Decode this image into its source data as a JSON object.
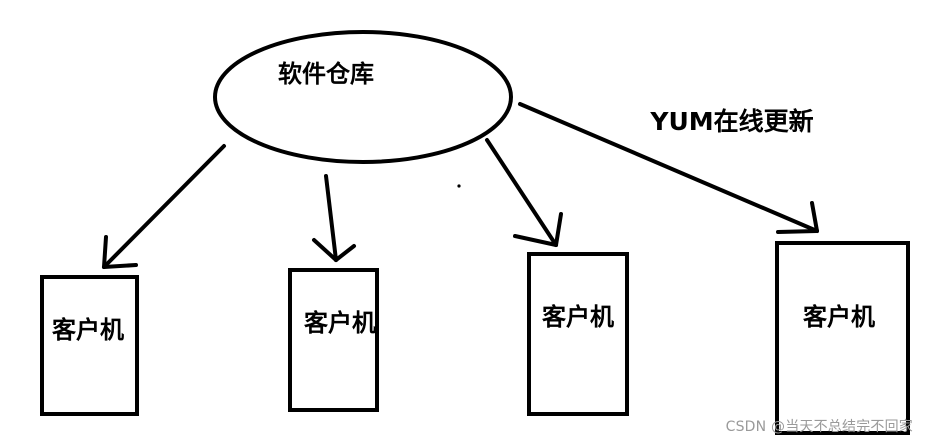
{
  "diagram": {
    "repository_label": "软件仓库",
    "update_label": "YUM在线更新",
    "clients": [
      {
        "label": "客户机"
      },
      {
        "label": "客户机"
      },
      {
        "label": "客户机"
      },
      {
        "label": "客户机"
      }
    ]
  },
  "watermark": {
    "text": "CSDN @当天不总结完不回家"
  }
}
